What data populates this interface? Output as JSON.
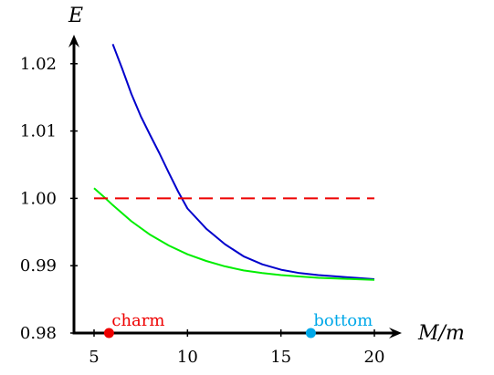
{
  "chart_data": {
    "type": "line",
    "title": "",
    "xlabel": "M/m",
    "ylabel": "E",
    "xlim": [
      4,
      21
    ],
    "ylim": [
      0.98,
      1.026
    ],
    "xticks": [
      5,
      10,
      15,
      20
    ],
    "xtick_labels": [
      "5",
      "10",
      "15",
      "20"
    ],
    "yticks": [
      0.98,
      0.99,
      1.0,
      1.01,
      1.02
    ],
    "ytick_labels": [
      "0.98",
      "0.99",
      "1.00",
      "1.01",
      "1.02"
    ],
    "grid": false,
    "series": [
      {
        "color": "#0000cc",
        "style": "solid",
        "x": [
          6,
          6.5,
          7,
          7.5,
          8,
          8.5,
          9,
          9.5,
          10,
          11,
          12,
          13,
          14,
          15,
          16,
          17,
          18,
          19,
          20
        ],
        "y": [
          1.0229,
          1.0193,
          1.0155,
          1.0122,
          1.0094,
          1.0067,
          1.0038,
          1.001,
          0.9985,
          0.9955,
          0.9932,
          0.9914,
          0.9902,
          0.9894,
          0.9889,
          0.9886,
          0.9884,
          0.9882,
          0.988
        ]
      },
      {
        "color": "#00ee00",
        "style": "solid",
        "x": [
          5,
          5.5,
          6,
          7,
          8,
          9,
          10,
          11,
          12,
          13,
          14,
          15,
          16,
          17,
          18,
          19,
          20
        ],
        "y": [
          1.0015,
          1.0003,
          0.999,
          0.9966,
          0.9946,
          0.993,
          0.9917,
          0.9907,
          0.9899,
          0.9893,
          0.9889,
          0.9886,
          0.9884,
          0.9882,
          0.9881,
          0.988,
          0.9879
        ]
      },
      {
        "color": "#ee0000",
        "style": "dashed",
        "x": [
          5,
          20
        ],
        "y": [
          1.0,
          1.0
        ]
      }
    ],
    "markers": [
      {
        "label": "charm",
        "x": 5.8,
        "y": 0.98,
        "color": "#ee0000"
      },
      {
        "label": "bottom",
        "x": 16.6,
        "y": 0.98,
        "color": "#00a8e8"
      }
    ]
  }
}
